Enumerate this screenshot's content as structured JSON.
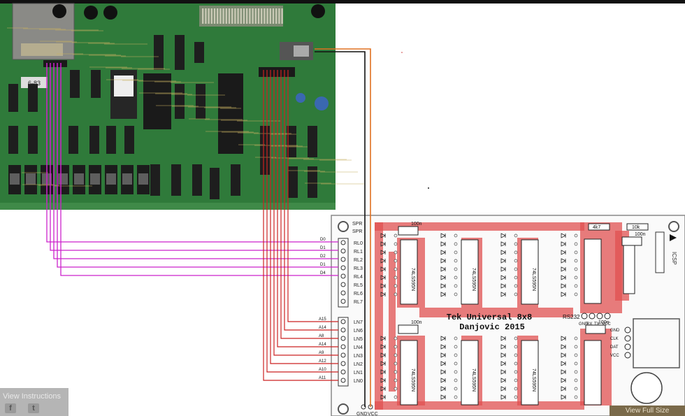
{
  "colors": {
    "data_bus": "#cc22cc",
    "addr_bus": "#cc2222",
    "power_black": "#111111",
    "power_orange": "#e07020",
    "pcb_green": "#2f7a3a",
    "board_red": "#e05050"
  },
  "left_board": {
    "badge": "6-83"
  },
  "right_board": {
    "title": "Tek Universal 8x8",
    "author": "Danjovic 2015",
    "label_rs232": "RS232",
    "label_icsp": "ICSP",
    "pin_rows": [
      "GND",
      "RX",
      "TX",
      "VCC"
    ],
    "spare_labels": [
      "SPR",
      "SPR"
    ],
    "row_labels": [
      "RL0",
      "RL1",
      "RL2",
      "RL3",
      "RL4",
      "RL5",
      "RL6",
      "RL7"
    ],
    "col_labels": [
      "LN7",
      "LN6",
      "LN5",
      "LN4",
      "LN3",
      "LN2",
      "LN1",
      "LN0"
    ],
    "side_pins": [
      "GND",
      "CLK",
      "DAT",
      "VCC"
    ],
    "ic_labels": [
      "74LS595N",
      "74LS595N",
      "74LS595N",
      "74LS595N",
      "74LS595N",
      "74LS595N"
    ],
    "caps": [
      "100n",
      "100n",
      "100n",
      "100n"
    ],
    "resistors": [
      "4k7",
      "10k"
    ],
    "bottom_pins": [
      "GND",
      "VCC"
    ]
  },
  "data_lines": [
    "D0",
    "D1",
    "D2",
    "D1",
    "D4"
  ],
  "addr_lines": [
    "A15",
    "A14",
    "A8",
    "A14",
    "A9",
    "A12",
    "A10",
    "A11"
  ],
  "overlay": {
    "view_instructions": "View Instructions",
    "facebook_icon": "f",
    "twitter_icon": "t"
  },
  "view_full_size": "View Full Size"
}
